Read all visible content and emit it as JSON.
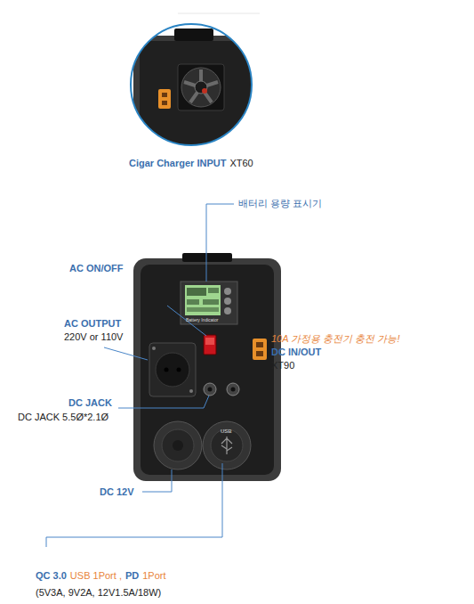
{
  "diagram": {
    "labels": [
      "Cigar Charger INPUT",
      "XT60",
      "배터리 용량 표시기",
      "AC ON/OFF",
      "AC OUTPUT",
      "220V or 110V",
      "10A 가정용 충전기 충전 가능!",
      "DC IN/OUT",
      "XT90",
      "DC JACK",
      "DC JACK 5.5Ø*2.1Ø",
      "DC 12V",
      "QC 3.0",
      "USB 1Port ,",
      "PD",
      "1Port",
      "(5V3A, 9V2A, 12V1.5A/18W)",
      "Battery Indicator",
      "USB"
    ]
  }
}
